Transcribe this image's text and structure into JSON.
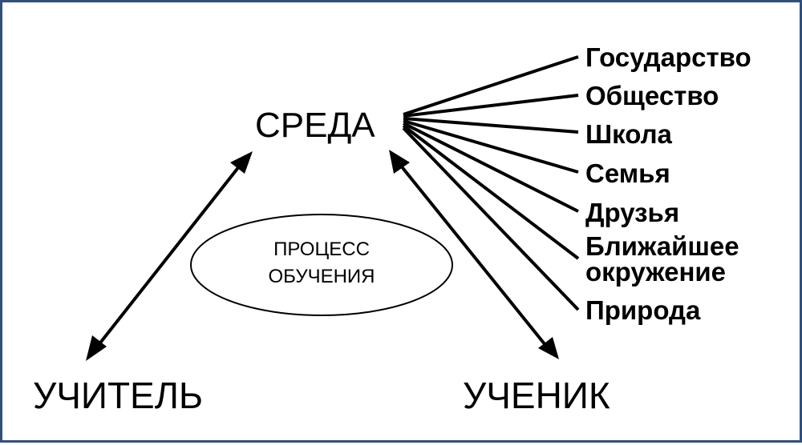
{
  "nodes": {
    "environment": "СРЕДА",
    "teacher": "УЧИТЕЛЬ",
    "student": "УЧЕНИК"
  },
  "process": {
    "line1": "ПРОЦЕСС",
    "line2": "ОБУЧЕНИЯ"
  },
  "factors": [
    {
      "line1": "Государство"
    },
    {
      "line1": "Общество"
    },
    {
      "line1": "Школа"
    },
    {
      "line1": "Семья"
    },
    {
      "line1": "Друзья"
    },
    {
      "line1": "Ближайшее",
      "line2": "окружение"
    },
    {
      "line1": "Природа"
    }
  ],
  "colors": {
    "frame": "#2f4f7f",
    "ink": "#000000",
    "background": "#ffffff"
  }
}
